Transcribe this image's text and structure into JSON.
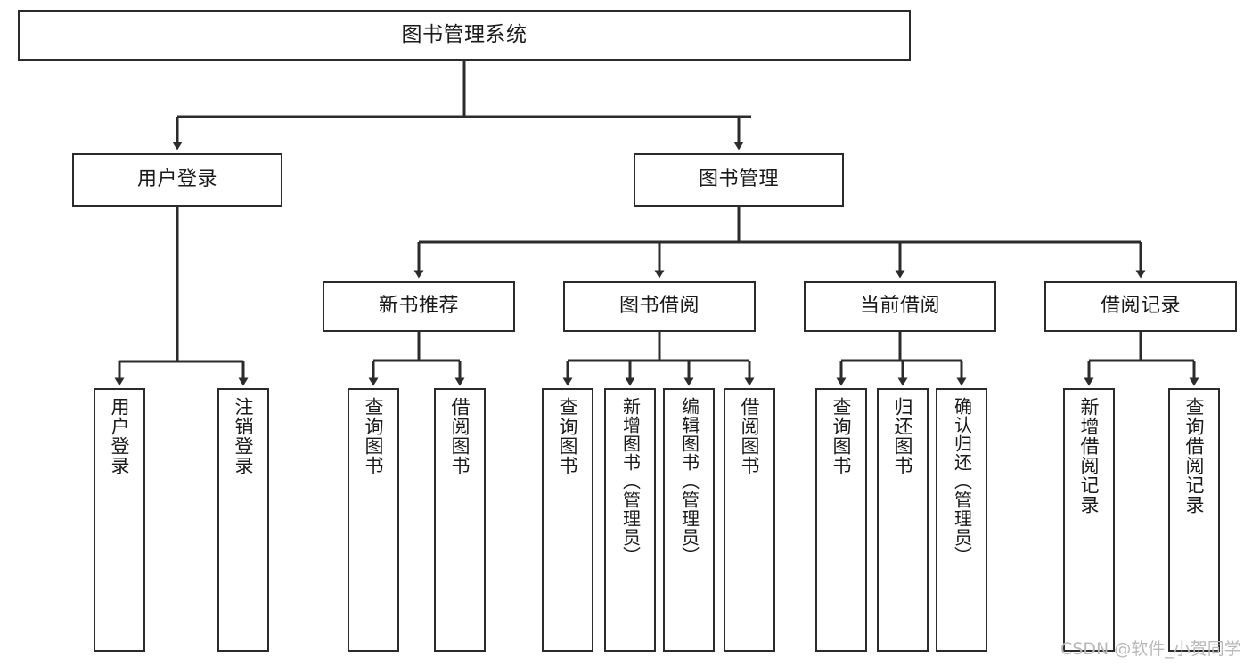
{
  "diagram": {
    "type": "tree-hierarchy-diagram",
    "title": "图书管理系统",
    "watermark": "CSDN @软件_小贺同学",
    "colors": {
      "background": "#ffffff",
      "border": "#2b2b2b",
      "text": "#1a1a1a",
      "connector": "#2b2b2b",
      "watermark": "#b9b9b9"
    },
    "nodes": {
      "root": {
        "label": "图书管理系统"
      },
      "level2": [
        {
          "label": "用户登录"
        },
        {
          "label": "图书管理"
        }
      ],
      "level3": [
        {
          "label": "新书推荐"
        },
        {
          "label": "图书借阅"
        },
        {
          "label": "当前借阅"
        },
        {
          "label": "借阅记录"
        }
      ],
      "leaves": {
        "user_login": [
          {
            "label": "用户登录"
          },
          {
            "label": "注销登录"
          }
        ],
        "new_book_recommend": [
          {
            "label": "查询图书"
          },
          {
            "label": "借阅图书"
          }
        ],
        "book_borrow": [
          {
            "label": "查询图书"
          },
          {
            "label": "新增图书（管理员）"
          },
          {
            "label": "编辑图书（管理员）"
          },
          {
            "label": "借阅图书"
          }
        ],
        "current_borrow": [
          {
            "label": "查询图书"
          },
          {
            "label": "归还图书"
          },
          {
            "label": "确认归还（管理员）"
          }
        ],
        "borrow_record": [
          {
            "label": "新增借阅记录"
          },
          {
            "label": "查询借阅记录"
          }
        ]
      }
    }
  }
}
